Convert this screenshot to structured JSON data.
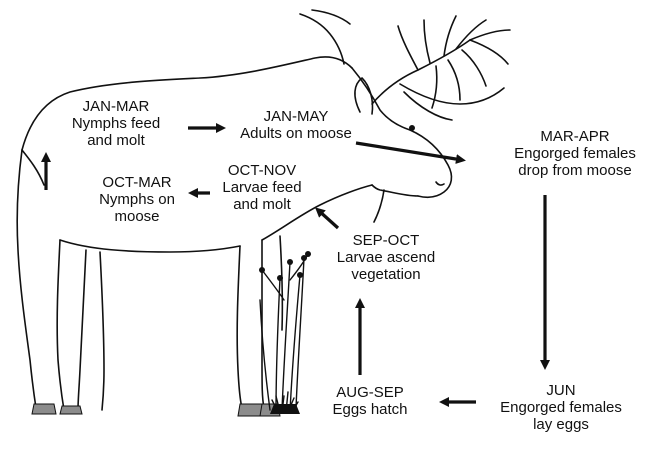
{
  "colors": {
    "ink": "#111111",
    "hoof": "#8c8c8c",
    "background": "#ffffff"
  },
  "stages": [
    {
      "id": "jan-mar",
      "period": "JAN-MAR",
      "line2": "Nymphs feed",
      "line3": "and molt"
    },
    {
      "id": "jan-may",
      "period": "JAN-MAY",
      "line2": "Adults on moose",
      "line3": ""
    },
    {
      "id": "mar-apr",
      "period": "MAR-APR",
      "line2": "Engorged females",
      "line3": "drop from moose"
    },
    {
      "id": "oct-nov",
      "period": "OCT-NOV",
      "line2": "Larvae feed",
      "line3": "and molt"
    },
    {
      "id": "oct-mar",
      "period": "OCT-MAR",
      "line2": "Nymphs on",
      "line3": "moose"
    },
    {
      "id": "sep-oct",
      "period": "SEP-OCT",
      "line2": "Larvae ascend",
      "line3": "vegetation"
    },
    {
      "id": "aug-sep",
      "period": "AUG-SEP",
      "line2": "Eggs hatch",
      "line3": ""
    },
    {
      "id": "jun",
      "period": "JUN",
      "line2": "Engorged females",
      "line3": "lay eggs"
    }
  ]
}
